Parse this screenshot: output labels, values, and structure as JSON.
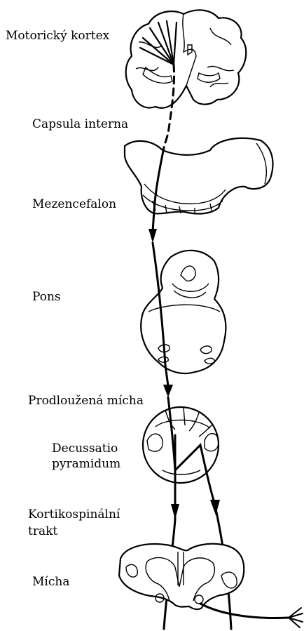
{
  "labels": {
    "motor_cortex": "Motorický kortex",
    "internal_capsule": "Capsula interna",
    "midbrain": "Mezencefalon",
    "pons": "Pons",
    "medulla": "Prodloužená mícha",
    "decussation_line1": "Decussatio",
    "decussation_line2": "pyramidum",
    "corticospinal_line1": "Kortikospinální",
    "corticospinal_line2": "trakt",
    "spinal_cord": "Mícha"
  }
}
